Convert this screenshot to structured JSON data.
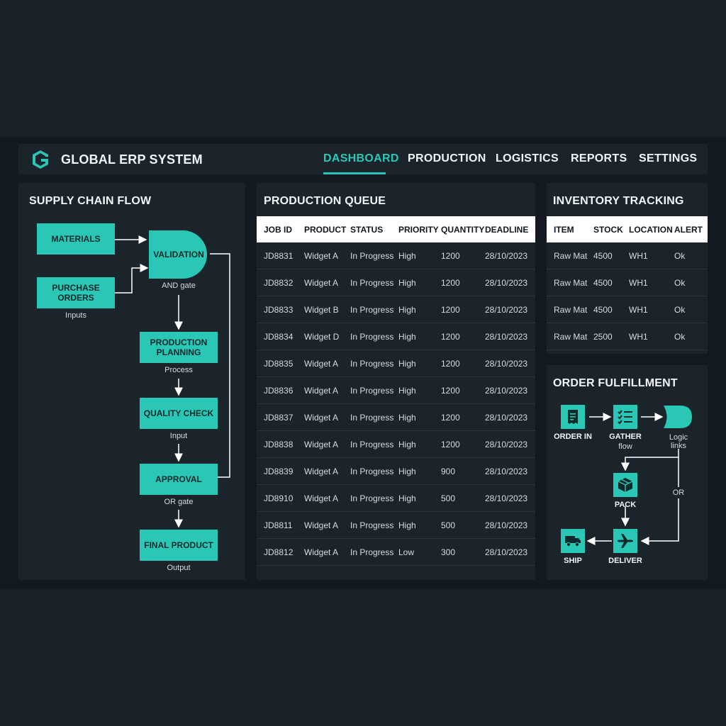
{
  "app": {
    "title": "GLOBAL ERP SYSTEM",
    "nav": [
      {
        "label": "DASHBOARD",
        "active": true
      },
      {
        "label": "PRODUCTION",
        "active": false
      },
      {
        "label": "LOGISTICS",
        "active": false
      },
      {
        "label": "REPORTS",
        "active": false
      },
      {
        "label": "SETTINGS",
        "active": false
      }
    ]
  },
  "colors": {
    "accent": "#2bc7b6",
    "background": "#121921",
    "panel": "#1b232b"
  },
  "supply_chain": {
    "title": "SUPPLY CHAIN FLOW",
    "nodes": {
      "materials": "MATERIALS",
      "purchase_orders": "PURCHASE ORDERS",
      "validation": "VALIDATION",
      "production_planning": "PRODUCTION PLANNING",
      "quality_check": "QUALITY CHECK",
      "approval": "APPROVAL",
      "final_product": "FINAL PRODUCT"
    },
    "captions": {
      "inputs": "Inputs",
      "and_gate": "AND gate",
      "process": "Process",
      "input": "Input",
      "or_gate": "OR gate",
      "output": "Output"
    }
  },
  "production_queue": {
    "title": "PRODUCTION QUEUE",
    "columns": [
      "JOB ID",
      "PRODUCT",
      "STATUS",
      "PRIORITY",
      "QUANTITY",
      "DEADLINE"
    ],
    "rows": [
      [
        "JD8831",
        "Widget A",
        "In Progress",
        "High",
        "1200",
        "28/10/2023"
      ],
      [
        "JD8832",
        "Widget A",
        "In Progress",
        "High",
        "1200",
        "28/10/2023"
      ],
      [
        "JD8833",
        "Widget B",
        "In Progress",
        "High",
        "1200",
        "28/10/2023"
      ],
      [
        "JD8834",
        "Widget D",
        "In Progress",
        "High",
        "1200",
        "28/10/2023"
      ],
      [
        "JD8835",
        "Widget A",
        "In Progress",
        "High",
        "1200",
        "28/10/2023"
      ],
      [
        "JD8836",
        "Widget A",
        "In Progress",
        "High",
        "1200",
        "28/10/2023"
      ],
      [
        "JD8837",
        "Widget A",
        "In Progress",
        "High",
        "1200",
        "28/10/2023"
      ],
      [
        "JD8838",
        "Widget A",
        "In Progress",
        "High",
        "1200",
        "28/10/2023"
      ],
      [
        "JD8839",
        "Widget A",
        "In Progress",
        "High",
        "900",
        "28/10/2023"
      ],
      [
        "JD8910",
        "Widget A",
        "In Progress",
        "High",
        "500",
        "28/10/2023"
      ],
      [
        "JD8811",
        "Widget A",
        "In Progress",
        "High",
        "500",
        "28/10/2023"
      ],
      [
        "JD8812",
        "Widget A",
        "In Progress",
        "Low",
        "300",
        "28/10/2023"
      ]
    ]
  },
  "inventory": {
    "title": "INVENTORY TRACKING",
    "columns": [
      "ITEM",
      "STOCK",
      "LOCATION",
      "ALERT"
    ],
    "rows": [
      [
        "Raw Mat",
        "4500",
        "WH1",
        "Ok"
      ],
      [
        "Raw Mat",
        "4500",
        "WH1",
        "Ok"
      ],
      [
        "Raw Mat",
        "4500",
        "WH1",
        "Ok"
      ],
      [
        "Raw Mat",
        "2500",
        "WH1",
        "Ok"
      ]
    ]
  },
  "order_fulfillment": {
    "title": "ORDER FULFILLMENT",
    "steps": {
      "order_in": {
        "label": "ORDER IN",
        "icon": "receipt-icon"
      },
      "gather": {
        "label": "GATHER",
        "caption": "flow",
        "icon": "checklist-icon"
      },
      "logic": {
        "caption_1": "Logic",
        "caption_2": "links",
        "icon": "or-gate-icon"
      },
      "pack": {
        "label": "PACK",
        "icon": "box-icon"
      },
      "deliver": {
        "label": "DELIVER",
        "icon": "airplane-icon"
      },
      "ship": {
        "label": "SHIP",
        "icon": "truck-icon"
      }
    },
    "or_label": "OR"
  }
}
